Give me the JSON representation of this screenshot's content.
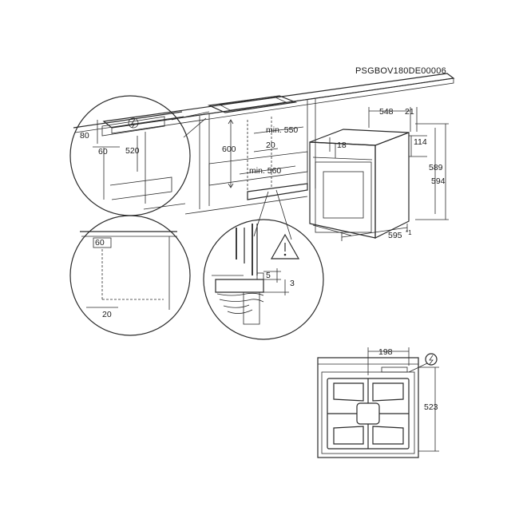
{
  "document_code": "PSGBOV180DE00006",
  "installation": {
    "niche_height": "600",
    "niche_min_width": "min. 550",
    "niche_min_depth": "min. 560",
    "niche_rear_gap": "20"
  },
  "detail_top_left": {
    "gap_top": "80",
    "gap_side": "60",
    "depth": "520"
  },
  "detail_bottom_left": {
    "rear_opening": "60",
    "bottom_gap": "20"
  },
  "detail_center": {
    "gap_a": "5",
    "gap_b": "3"
  },
  "oven": {
    "depth": "548",
    "door_depth": "21",
    "top_offset": "18",
    "panel_height": "114",
    "body_height": "589",
    "total_height": "594",
    "width": "595",
    "width_note": "*1"
  },
  "rear_view": {
    "terminal_offset": "198",
    "height": "523"
  },
  "icons": {
    "electric": "electric-connection-icon",
    "warning": "warning-triangle-icon"
  }
}
